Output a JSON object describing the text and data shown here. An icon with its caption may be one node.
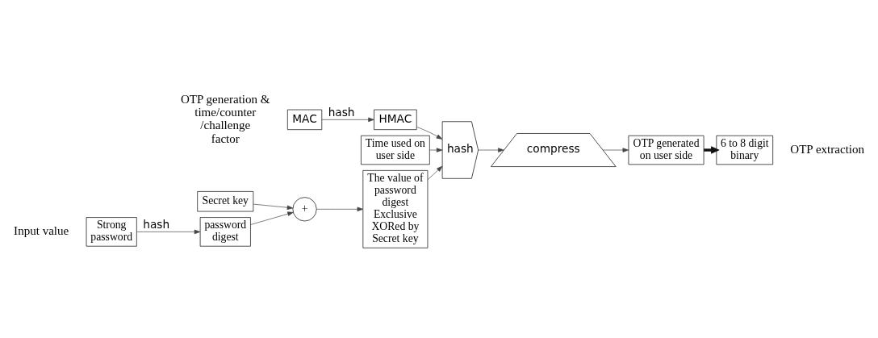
{
  "diagram": {
    "nodes": [
      {
        "text": [
          "Strong password"
        ]
      },
      {
        "text": [
          "password digest"
        ]
      },
      {
        "text": [
          "+"
        ]
      },
      {
        "text": [
          "Secret key"
        ]
      },
      {
        "text": [
          "The value of password digest Exclusive XORed by Secret key"
        ]
      },
      {
        "text": [
          "MAC"
        ]
      },
      {
        "text": [
          "HMAC"
        ]
      },
      {
        "text": [
          "Time used on user side"
        ]
      },
      {
        "text": [
          "hash"
        ]
      },
      {
        "text": [
          "compress"
        ]
      },
      {
        "text": [
          "OTP generated on user side"
        ]
      },
      {
        "text": [
          "6 to 8 digit binary"
        ]
      }
    ],
    "edges": [
      {
        "from": 0,
        "to": 1,
        "arrow": "to",
        "label": "hash"
      },
      {
        "from": 1,
        "to": 2,
        "arrow": "to"
      },
      {
        "from": 3,
        "to": 2,
        "arrow": "to"
      },
      {
        "from": 2,
        "to": 4,
        "arrow": "to"
      },
      {
        "from": 4,
        "to": 8,
        "arrow": "to"
      },
      {
        "from": 5,
        "to": 6,
        "arrow": "to",
        "label": "hash"
      },
      {
        "from": 6,
        "to": 8,
        "arrow": "to"
      },
      {
        "from": 7,
        "to": 8,
        "arrow": "to"
      },
      {
        "from": 8,
        "to": 9,
        "arrow": "to"
      },
      {
        "from": 9,
        "to": 10,
        "arrow": "to"
      },
      {
        "from": 10,
        "to": 11,
        "arrow": "to",
        "style": "thick"
      }
    ],
    "labels": [
      "Input value",
      "OTP generation & time/counter /challenge factor",
      "OTP extraction"
    ]
  }
}
